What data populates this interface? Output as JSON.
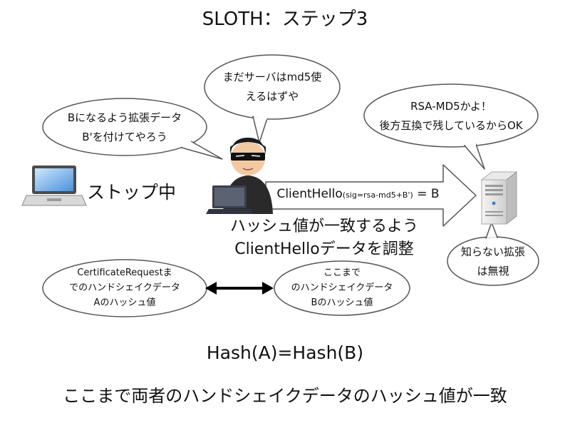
{
  "title": "SLOTH：ステップ3",
  "bubbles": {
    "attacker_left": [
      "Bになるよう拡張データ",
      "B'を付けてやろう"
    ],
    "attacker_top": [
      "まだサーバはmd5使",
      "えるはずや"
    ],
    "server_top": [
      "RSA-MD5かよ！",
      "後方互換で残しているからOK"
    ],
    "server_bottom": [
      "知らない拡張",
      "は無視"
    ],
    "hash_a": [
      "CertificateRequestま",
      "でのハンドシェイクデータ",
      "Aのハッシュ値"
    ],
    "hash_b": [
      "ここまで",
      "のハンドシェイクデータ",
      "Bのハッシュ値"
    ]
  },
  "labels": {
    "client_stop": "ストップ中",
    "arrow_main": "ClientHello",
    "arrow_sub": "(sig=rsa-md5+B')",
    "arrow_tail": " = B",
    "adjust_1": "ハッシュ値が一致するよう",
    "adjust_2": "ClientHelloデータを調整",
    "equation": "Hash(A)=Hash(B)",
    "conclusion": "ここまで両者のハンドシェイクデータのハッシュ値が一致"
  },
  "icons": {
    "client": "laptop-icon",
    "attacker": "hacker-icon",
    "server": "server-icon"
  }
}
